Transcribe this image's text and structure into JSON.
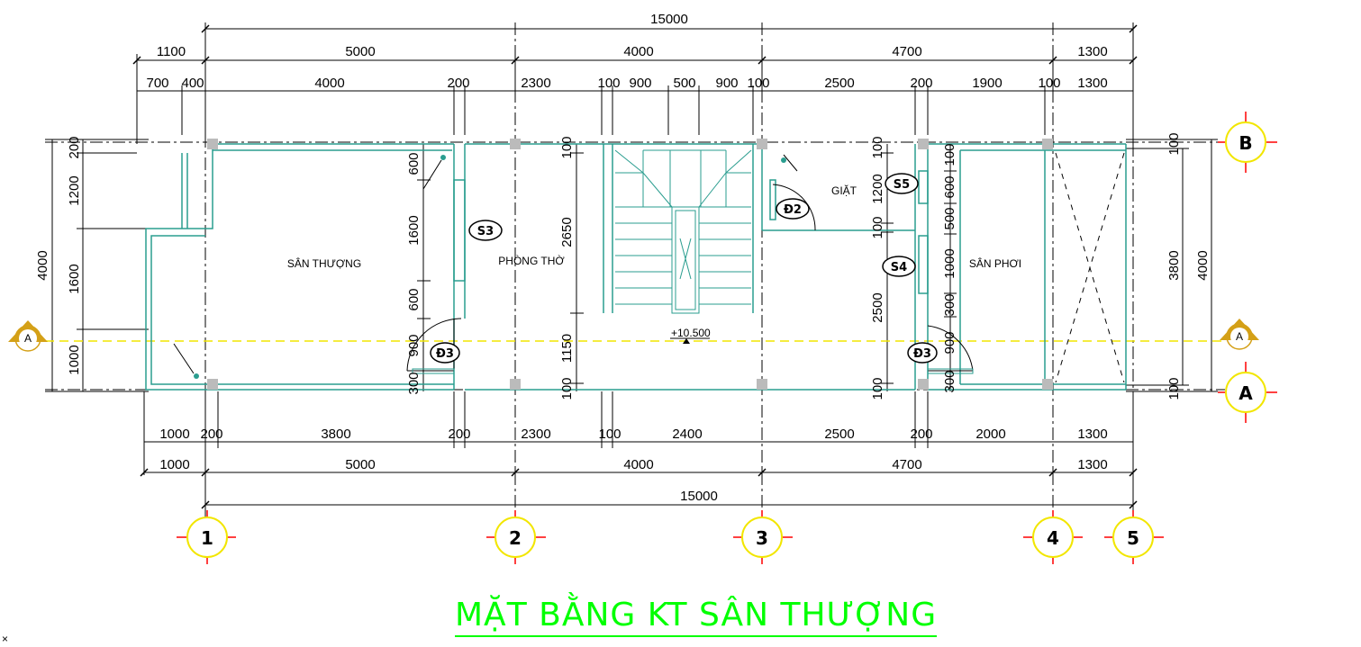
{
  "title": "MẶT BẰNG KT SÂN THƯỢNG",
  "colors": {
    "wall": "#2a9d8f",
    "dim": "#000000",
    "title": "#00ff00",
    "axis_line": "#f2e600",
    "bubble": "#f2e600",
    "cross": "#ff0000"
  },
  "top_dims": {
    "total": "15000",
    "row1": [
      "1100",
      "5000",
      "4000",
      "4700",
      "1300"
    ],
    "row2": [
      "700",
      "400",
      "4000",
      "200",
      "2300",
      "100",
      "900",
      "500",
      "900",
      "100",
      "2500",
      "200",
      "1900",
      "100",
      "1300"
    ]
  },
  "bottom_dims": {
    "row1": [
      "1000",
      "200",
      "3800",
      "200",
      "2300",
      "100",
      "2400",
      "2500",
      "200",
      "2000",
      "1300"
    ],
    "row2": [
      "1000",
      "5000",
      "4000",
      "4700",
      "1300"
    ],
    "total": "15000"
  },
  "left_dims": {
    "outer": "4000",
    "inner": [
      "200",
      "1200",
      "1600",
      "1000"
    ]
  },
  "right_dims": {
    "outer": "4000",
    "inner": "3800",
    "small": [
      "100",
      "100"
    ]
  },
  "interior_dims": {
    "col_a": [
      "600",
      "1600",
      "600",
      "900",
      "300"
    ],
    "col_b": [
      "100",
      "2650",
      "1150",
      "100"
    ],
    "col_c": [
      "100",
      "1200",
      "100",
      "2500",
      "100"
    ],
    "col_d": [
      "100",
      "600",
      "500",
      "1000",
      "300",
      "900",
      "300"
    ]
  },
  "rooms": {
    "san_thuong": "SÂN THƯỢNG",
    "phong_tho": "PHÒNG THỜ",
    "giat": "GIẶT",
    "san_phoi": "SÂN PHƠI"
  },
  "level": "+10.500",
  "tags": [
    "S3",
    "S5",
    "S4",
    "Đ2",
    "Đ3",
    "Đ3"
  ],
  "grid_bubbles": [
    "1",
    "2",
    "3",
    "4",
    "5"
  ],
  "row_bubbles": [
    "B",
    "A"
  ],
  "section_marks": [
    "A",
    "A"
  ],
  "corner_mark": "×"
}
